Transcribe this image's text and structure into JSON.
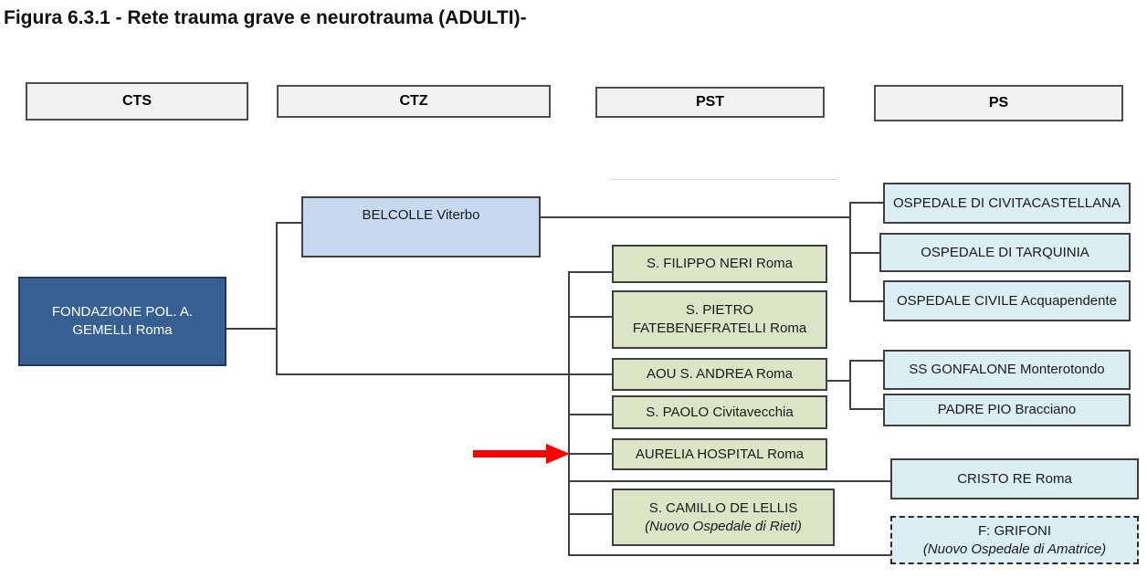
{
  "title": "Figura 6.3.1 - Rete trauma grave e neurotrauma (ADULTI)-",
  "column_headers": [
    {
      "label": "CTS"
    },
    {
      "label": "CTZ"
    },
    {
      "label": "PST"
    },
    {
      "label": "PS"
    }
  ],
  "cts_node": {
    "line1": "FONDAZIONE POL. A.",
    "line2": "GEMELLI Roma"
  },
  "ctz_node": {
    "label": "BELCOLLE Viterbo"
  },
  "pst_nodes": [
    {
      "label": "S. FILIPPO NERI Roma"
    },
    {
      "line1": "S. PIETRO",
      "line2": "FATEBENEFRATELLI Roma"
    },
    {
      "label": "AOU S. ANDREA Roma"
    },
    {
      "label": "S. PAOLO Civitavecchia"
    },
    {
      "label": "AURELIA HOSPITAL Roma"
    },
    {
      "line1": "S. CAMILLO DE LELLIS",
      "line2": "(Nuovo Ospedale di Rieti)"
    }
  ],
  "ps_nodes": [
    {
      "label": "OSPEDALE DI CIVITACASTELLANA"
    },
    {
      "label": "OSPEDALE DI TARQUINIA"
    },
    {
      "label": "OSPEDALE CIVILE Acquapendente"
    },
    {
      "label": "SS GONFALONE Monterotondo"
    },
    {
      "label": "PADRE PIO Bracciano"
    },
    {
      "label": "CRISTO RE Roma"
    },
    {
      "line1": "F: GRIFONI",
      "line2": "(Nuovo Ospedale di Amatrice)"
    }
  ],
  "colors": {
    "cts_fill": "#376092",
    "ctz_fill": "#C6D9F1",
    "pst_fill": "#DBE5C6",
    "ps_fill": "#DAEEF3",
    "header_fill": "#F2F2F2",
    "connector_line": "#404040",
    "arrow": "#FF0000"
  }
}
